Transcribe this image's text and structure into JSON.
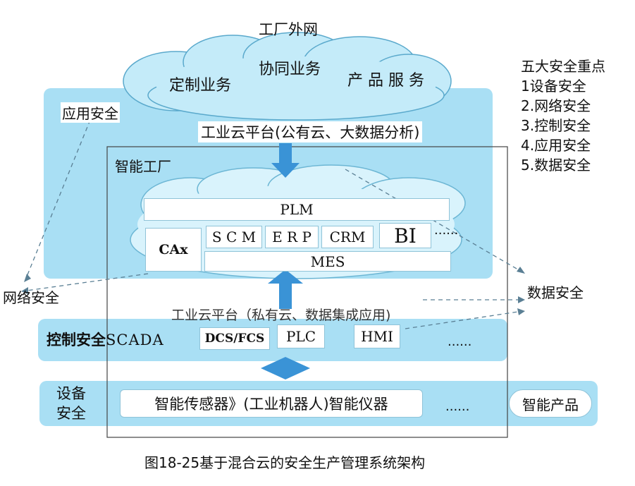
{
  "external_network": "工厂外网",
  "cloud_services": [
    "定制业务",
    "协同业务",
    "产 品 服 务"
  ],
  "app_security": "应用安全",
  "public_cloud": "工业云平台(公有云、大数据分析)",
  "smart_factory": "智能工厂",
  "plm": "PLM",
  "cax": "CAx",
  "scm": "S C M",
  "erp": "E R P",
  "crm": "CRM",
  "bi": "BI",
  "ellipsis": "......",
  "mes": "MES",
  "network_security": "网络安全",
  "data_security": "数据安全",
  "private_cloud": "工业云平台（私有云、数据集成应用)",
  "control_security": "控制安全",
  "scada": "SCADA",
  "dcs": "DCS/FCS",
  "plc": "PLC",
  "hmi": "HMI",
  "device_security": [
    "设备",
    "安全"
  ],
  "sensors": "智能传感器》(工业机器人)智能仪器",
  "smart_products": "智能产品",
  "five_points": {
    "title": "五大安全重点",
    "items": [
      "1设备安全",
      "2.网络安全",
      "3.控制安全",
      "4.应用安全",
      "5.数据安全"
    ]
  },
  "caption": "图18-25基于混合云的安全生产管理系统架构",
  "colors": {
    "band": "#a9dff4",
    "arrow": "#3a93d6",
    "cloud": "#c4ebf9"
  }
}
